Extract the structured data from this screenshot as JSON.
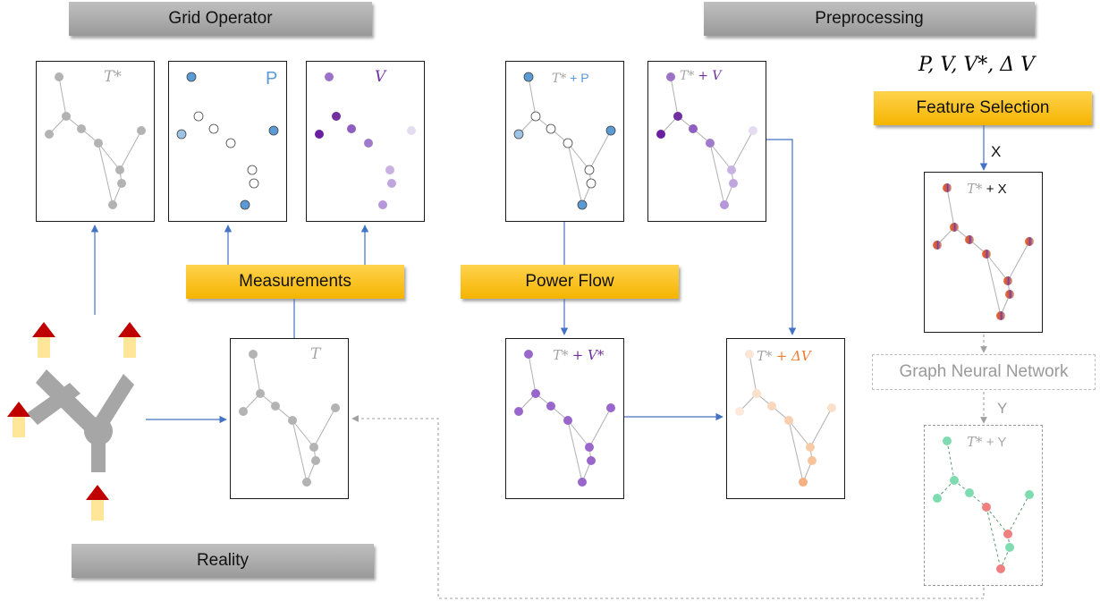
{
  "banners": {
    "grid_operator": "Grid Operator",
    "preprocessing": "Preprocessing",
    "measurements": "Measurements",
    "power_flow": "Power Flow",
    "feature_selection": "Feature Selection",
    "gnn": "Graph Neural Network",
    "reality": "Reality"
  },
  "formula": "P, V, V*, Δ V",
  "labels": {
    "tstar": "T*",
    "p": "P",
    "v": "V",
    "t": "T",
    "plus_p": "+ P",
    "plus_v": "+ V",
    "plus_vstar": "+ V*",
    "plus_dv": "+ ΔV",
    "plus_x": "+ X",
    "plus_y": "+ Y",
    "x": "X",
    "y": "Y"
  },
  "colors": {
    "node_grey": "#b3b3b3",
    "p_blue": "#5b9bd5",
    "v_purple": "#7030a0",
    "dv_orange": "#f4b183",
    "y_green": "#7fdcb0",
    "y_red": "#f08080",
    "arrow_blue": "#4472c4",
    "banner_gold": "#ffc000"
  }
}
